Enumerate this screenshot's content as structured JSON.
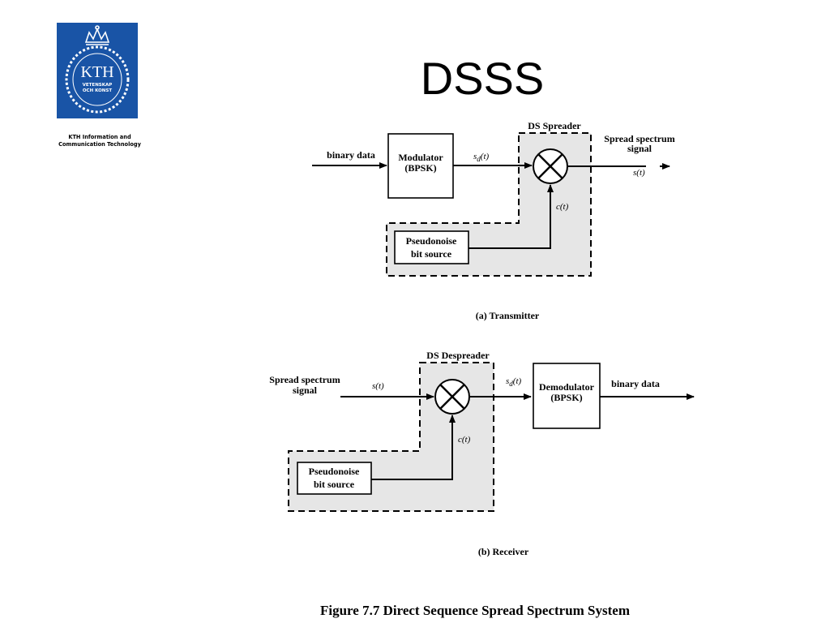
{
  "slide": {
    "title": "DSSS",
    "figure_caption": "Figure 7.7  Direct Sequence Spread Spectrum System"
  },
  "logo": {
    "wordmark": "KTH",
    "motto_line1": "VETENSKAP",
    "motto_line2": "OCH KONST",
    "caption_line1": "KTH Information and",
    "caption_line2": "Communication Technology",
    "color": "#1954a6"
  },
  "transmitter": {
    "group_label": "DS Spreader",
    "input_label": "binary data",
    "modulator_line1": "Modulator",
    "modulator_line2": "(BPSK)",
    "sd_symbol": "s",
    "sd_subscript": "d",
    "sd_arg": "(t)",
    "c_label": "c(t)",
    "output_label_line1": "Spread spectrum",
    "output_label_line2": "signal",
    "output_symbol": "s(t)",
    "pn_line1": "Pseudonoise",
    "pn_line2": "bit source",
    "sub_caption": "(a) Transmitter"
  },
  "receiver": {
    "group_label": "DS Despreader",
    "input_label_line1": "Spread spectrum",
    "input_label_line2": "signal",
    "input_symbol": "s(t)",
    "sd_symbol": "s",
    "sd_subscript": "d",
    "sd_arg": "(t)",
    "c_label": "c(t)",
    "demodulator_line1": "Demodulator",
    "demodulator_line2": "(BPSK)",
    "output_label": "binary data",
    "pn_line1": "Pseudonoise",
    "pn_line2": "bit source",
    "sub_caption": "(b) Receiver"
  }
}
